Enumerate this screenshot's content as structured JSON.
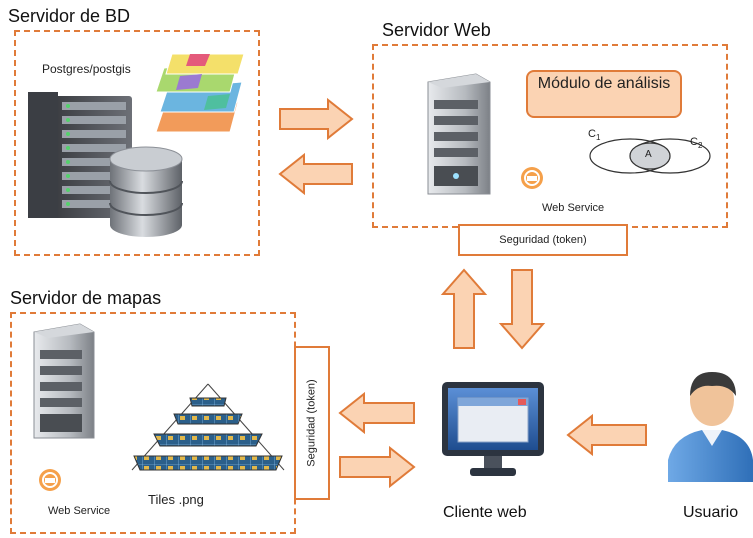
{
  "db_server": {
    "title": "Servidor de BD",
    "tech_label": "Postgres/postgis"
  },
  "web_server": {
    "title": "Servidor Web",
    "module_label": "Módulo de análisis",
    "venn": {
      "set1": "C",
      "set1_sub": "1",
      "set2": "C",
      "set2_sub": "2",
      "intersection": "A"
    },
    "web_service_label": "Web Service",
    "security_label": "Seguridad (token)"
  },
  "map_server": {
    "title": "Servidor de mapas",
    "web_service_label": "Web Service",
    "tiles_label": "Tiles .png",
    "security_label": "Seguridad (token)"
  },
  "client": {
    "label": "Cliente web"
  },
  "user": {
    "label": "Usuario"
  },
  "colors": {
    "accent": "#e07b39",
    "arrow_fill": "#fbd3b3",
    "server_gray": "#a9adb3",
    "monitor_blue": "#3d6fb5",
    "db_gray": "#8c9097"
  },
  "icons": [
    "server-rack-icon",
    "database-icon",
    "map-layers-icon",
    "tower-server-icon",
    "web-service-icon",
    "tile-pyramid-icon",
    "computer-monitor-icon",
    "user-icon"
  ]
}
